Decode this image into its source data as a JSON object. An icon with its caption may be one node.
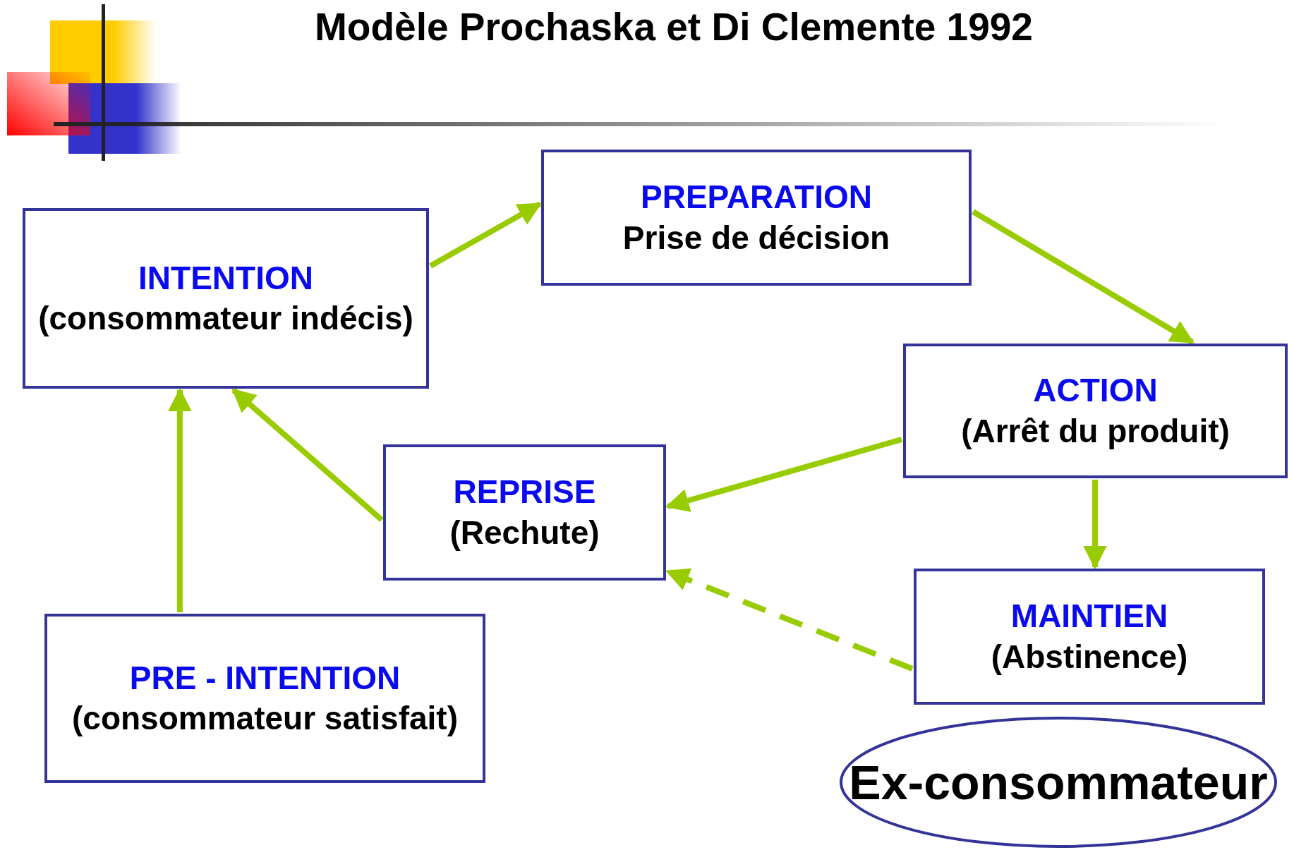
{
  "diagram": {
    "title": "Modèle Prochaska et Di Clemente 1992",
    "nodes": [
      {
        "text": [
          "INTENTION",
          "(consommateur indécis)"
        ]
      },
      {
        "text": [
          "PREPARATION",
          "Prise de décision"
        ]
      },
      {
        "text": [
          "ACTION",
          "(Arrêt du produit)"
        ]
      },
      {
        "text": [
          "REPRISE",
          "(Rechute)"
        ]
      },
      {
        "text": [
          "MAINTIEN",
          "(Abstinence)"
        ]
      },
      {
        "text": [
          "PRE - INTENTION",
          "(consommateur satisfait)"
        ]
      },
      {
        "text": [
          "Ex-consommateur"
        ]
      }
    ],
    "edges": [
      {
        "from": 0,
        "to": 1,
        "arrow": "to"
      },
      {
        "from": 1,
        "to": 2,
        "arrow": "to"
      },
      {
        "from": 2,
        "to": 4,
        "arrow": "to"
      },
      {
        "from": 2,
        "to": 3,
        "arrow": "to"
      },
      {
        "from": 4,
        "to": 3,
        "arrow": "to",
        "style": "dashed"
      },
      {
        "from": 3,
        "to": 0,
        "arrow": "to"
      },
      {
        "from": 5,
        "to": 0,
        "arrow": "to"
      }
    ]
  }
}
